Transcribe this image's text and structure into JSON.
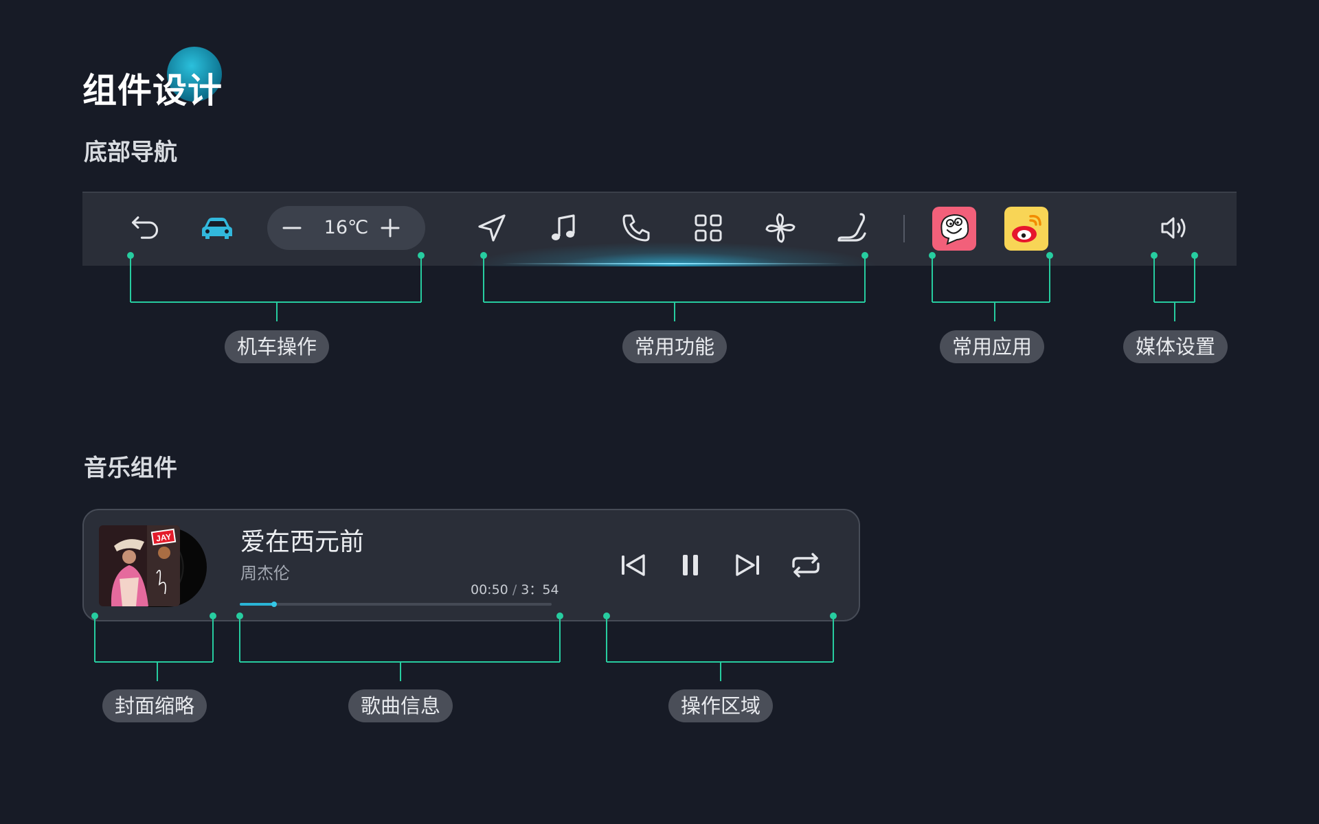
{
  "page": {
    "title": "组件设计"
  },
  "sections": {
    "bottom_nav": "底部导航",
    "music": "音乐组件"
  },
  "nav": {
    "icons": [
      "back-icon",
      "car-icon",
      "navigation-icon",
      "music-icon",
      "phone-icon",
      "apps-grid-icon",
      "fan-icon",
      "seat-icon",
      "volume-icon"
    ],
    "temperature": {
      "value": "16℃",
      "decrease_icon": "minus-icon",
      "increase_icon": "plus-icon"
    },
    "apps": [
      "cartoon-face-app-icon",
      "weibo-app-icon"
    ],
    "accent_color": "#32b8dc",
    "labels": {
      "vehicle": "机车操作",
      "functions": "常用功能",
      "apps": "常用应用",
      "media": "媒体设置"
    }
  },
  "music": {
    "song_title": "爱在西元前",
    "artist": "周杰伦",
    "elapsed": "00:50",
    "separator": "/",
    "duration": "3：54",
    "progress": 0.11,
    "cover_badge": "JAY",
    "controls": [
      "previous-icon",
      "pause-icon",
      "next-icon",
      "repeat-icon"
    ],
    "labels": {
      "cover": "封面缩略",
      "song_info": "歌曲信息",
      "controls": "操作区域"
    }
  },
  "colors": {
    "background": "#171b26",
    "panel": "#2a2e38",
    "connector": "#27cda0",
    "tag": "#4a4e58"
  }
}
